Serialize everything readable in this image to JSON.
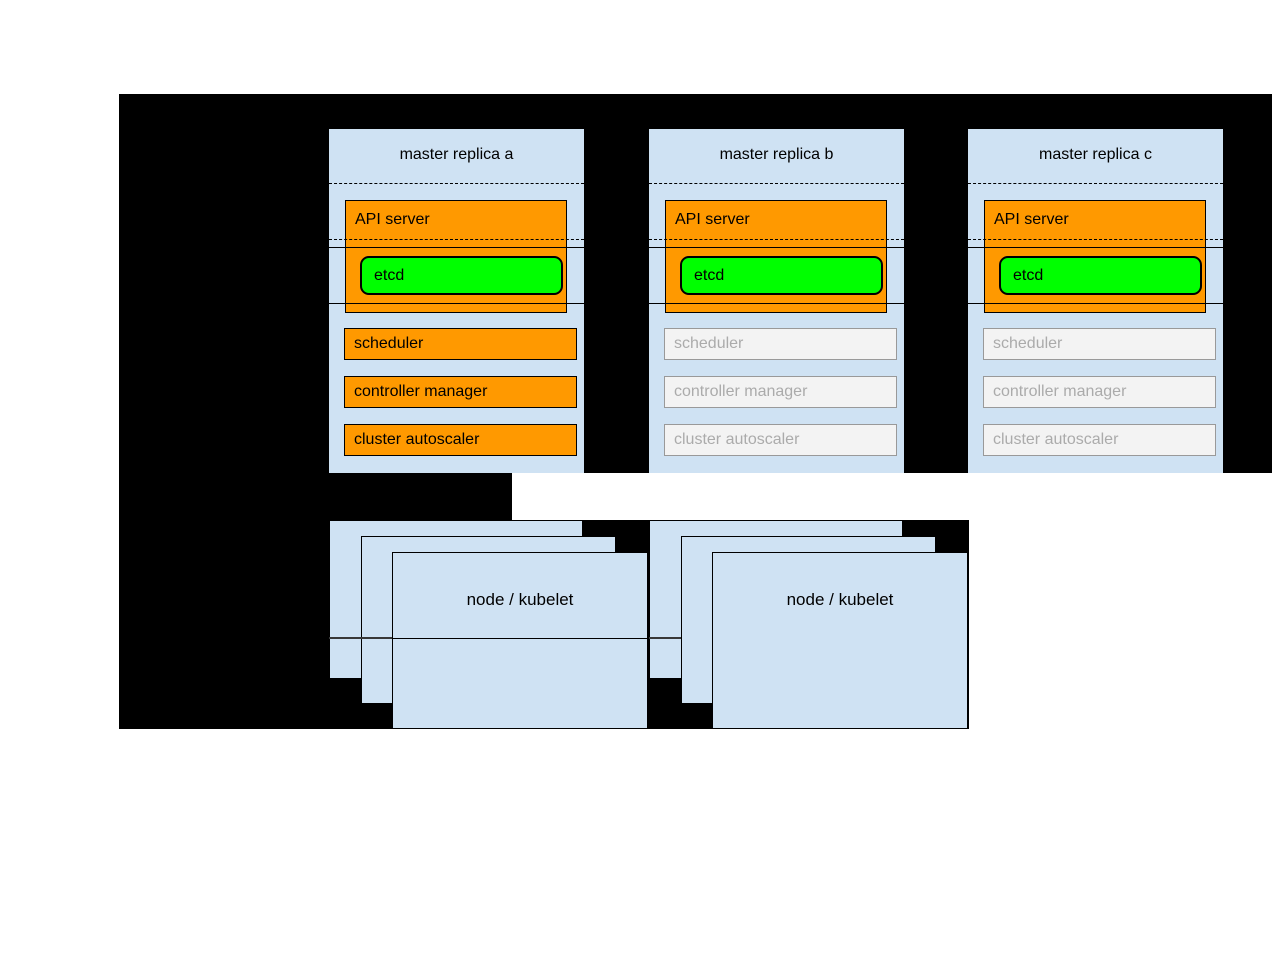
{
  "diagram": {
    "title_hint": "Kubernetes HA masters architecture",
    "replicas": [
      {
        "title": "master replica a",
        "state": "active",
        "api_server": "API server",
        "etcd": "etcd",
        "components": [
          "scheduler",
          "controller manager",
          "cluster autoscaler"
        ]
      },
      {
        "title": "master replica b",
        "state": "inactive",
        "api_server": "API server",
        "etcd": "etcd",
        "components": [
          "scheduler",
          "controller manager",
          "cluster autoscaler"
        ]
      },
      {
        "title": "master replica c",
        "state": "inactive",
        "api_server": "API server",
        "etcd": "etcd",
        "components": [
          "scheduler",
          "controller manager",
          "cluster autoscaler"
        ]
      }
    ],
    "node_stacks": [
      {
        "label": "node / kubelet"
      },
      {
        "label": "node / kubelet"
      }
    ],
    "colors": {
      "backdrop": "#000000",
      "page": "#ffffff",
      "box_blue": "#cfe2f3",
      "active_orange": "#ff9900",
      "etcd_green": "#00ff00",
      "inactive_fill": "#f3f3f3",
      "inactive_border": "#999999",
      "inactive_text": "#ababab"
    }
  }
}
